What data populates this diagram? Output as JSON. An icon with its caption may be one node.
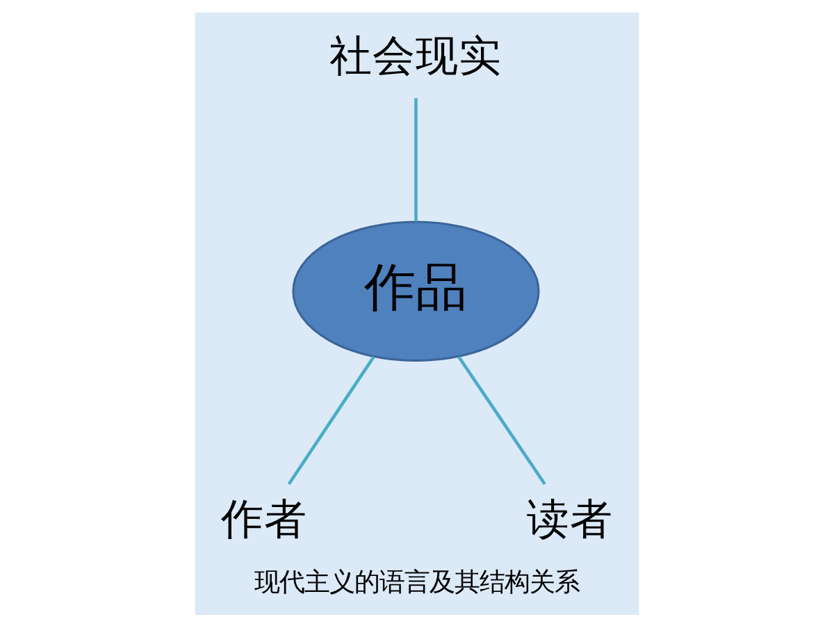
{
  "diagram": {
    "caption": "现代主义的语言及其结构关系",
    "nodes": [
      {
        "text": [
          "作品"
        ]
      },
      {
        "text": [
          "社会现实"
        ]
      },
      {
        "text": [
          "作者"
        ]
      },
      {
        "text": [
          "读者"
        ]
      }
    ],
    "edges": [
      {
        "from": 1,
        "to": 0,
        "arrow": "none"
      },
      {
        "from": 0,
        "to": 2,
        "arrow": "none"
      },
      {
        "from": 0,
        "to": 3,
        "arrow": "none"
      }
    ]
  }
}
